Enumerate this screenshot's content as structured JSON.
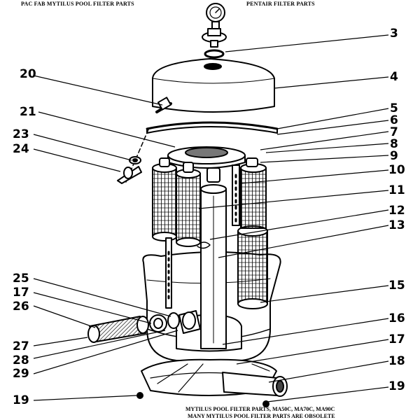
{
  "header": {
    "left": "PAC FAB MYTILUS POOL FILTER  PARTS",
    "right": "PENTAIR FILTER PARTS"
  },
  "footer": {
    "line1": "MYTILUS POOL FILTER PARTS, MA50C, MA70C, MA90C",
    "line2": "MANY MYTILUS POOL FILTER PARTS ARE OBSOLETE"
  },
  "callouts": {
    "n3": "3",
    "n4": "4",
    "n5": "5",
    "n6": "6",
    "n7": "7",
    "n8": "8",
    "n9": "9",
    "n10": "10",
    "n11": "11",
    "n12": "12",
    "n13": "13",
    "n15": "15",
    "n16": "16",
    "n17a": "17",
    "n17b": "17",
    "n18": "18",
    "n19a": "19",
    "n19b": "19",
    "n20": "20",
    "n21": "21",
    "n23": "23",
    "n24": "24",
    "n25": "25",
    "n26": "26",
    "n27": "27",
    "n28": "28",
    "n29": "29"
  }
}
